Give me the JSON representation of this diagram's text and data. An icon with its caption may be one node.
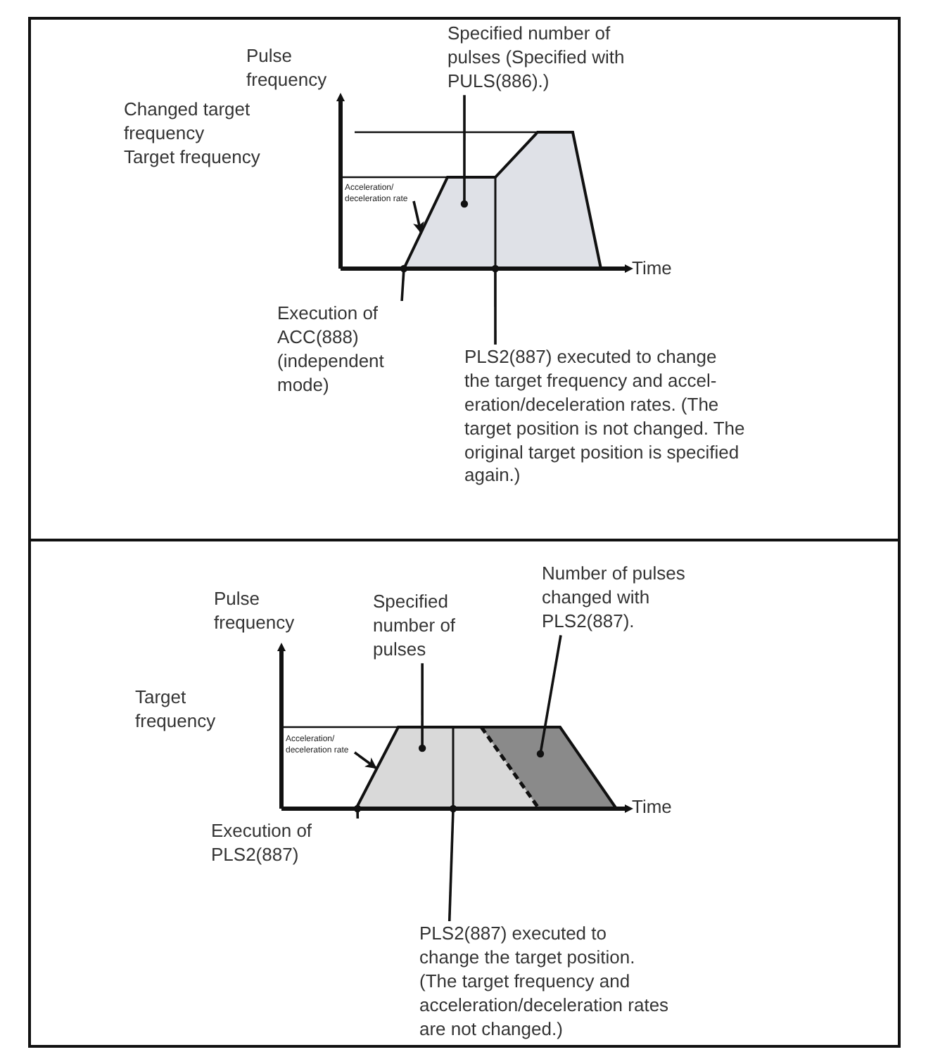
{
  "diagram": {
    "nodes": [
      {
        "text": [],
        "shape": "box"
      },
      {
        "text": [
          "Specified number of pulses (Specified with PULS(886).)"
        ],
        "in": 0
      },
      {
        "text": [
          "Acceleration/ deceleration rate"
        ],
        "in": 0
      },
      {
        "text": [],
        "shape": "trapezoid",
        "in": 0
      },
      {
        "text": [
          "Execution of ACC(888) (independent mode)"
        ],
        "in": 0
      },
      {
        "text": [
          "PLS2(887) executed to change the target frequency and accel-eration/deceleration rates. (The target position is not changed. The original target position is specified again.)"
        ],
        "in": 0
      },
      {
        "text": [],
        "shape": "box"
      },
      {
        "text": [
          "Specified number of pulses"
        ],
        "in": 6
      },
      {
        "text": [
          "Number of pulses changed with PLS2(887)."
        ],
        "in": 6
      },
      {
        "text": [
          "Acceleration/ deceleration rate"
        ],
        "in": 6
      },
      {
        "text": [],
        "shape": "trapezoid",
        "in": 6
      },
      {
        "text": [],
        "shape": "trapezoid",
        "in": 6
      },
      {
        "text": [
          "Execution of PLS2(887)"
        ],
        "in": 6
      },
      {
        "text": [
          "PLS2(887) executed to change the target position. (The target frequency and acceleration/deceleration rates are not changed.)"
        ],
        "in": 6
      }
    ],
    "edges": [
      {
        "from": 1,
        "to": 3,
        "arrow": "other"
      },
      {
        "from": 2,
        "to": 3,
        "arrow": "to"
      },
      {
        "from": 4,
        "to": 3,
        "arrow": "other"
      },
      {
        "from": 5,
        "to": 3,
        "arrow": "other"
      },
      {
        "from": 7,
        "to": 10,
        "arrow": "other"
      },
      {
        "from": 8,
        "to": 11,
        "arrow": "other"
      },
      {
        "from": 9,
        "to": 10,
        "arrow": "to"
      },
      {
        "from": 12,
        "to": 10,
        "arrow": "other"
      },
      {
        "from": 13,
        "to": 10,
        "arrow": "other"
      }
    ],
    "labels": [
      "Pulse frequency",
      "Changed target frequency",
      "Target frequency",
      "Time",
      "Pulse frequency",
      "Target frequency",
      "Time"
    ]
  }
}
